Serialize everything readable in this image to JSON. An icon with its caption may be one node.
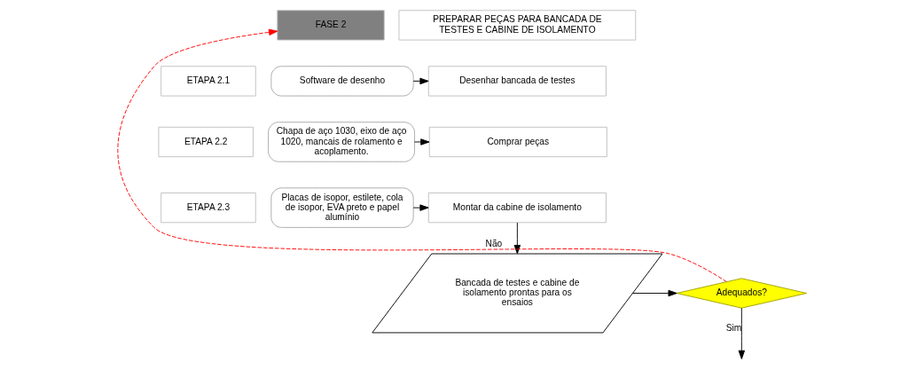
{
  "diagram": {
    "nodes": [
      {
        "text": [
          "FASE 2"
        ]
      },
      {
        "text": [
          "PREPARAR PEÇAS PARA BANCADA DE TESTES E CABINE DE ISOLAMENTO"
        ]
      },
      {
        "text": [
          "ETAPA 2.1"
        ]
      },
      {
        "text": [
          "Desenhar bancada de testes"
        ]
      },
      {
        "text": [
          "ETAPA 2.2"
        ]
      },
      {
        "text": [
          "Comprar peças"
        ]
      },
      {
        "text": [
          "ETAPA 2.3"
        ]
      },
      {
        "text": [
          "Montar da cabine de isolamento"
        ]
      },
      {
        "text": [
          "Software de desenho"
        ]
      },
      {
        "text": [
          "Chapa de aço 1030, eixo de aço 1020, mancais de rolamento e acoplamento."
        ]
      },
      {
        "text": [
          "Placas de isopor, estilete, cola de isopor, EVA preto e papel alumínio"
        ]
      },
      {
        "text": [
          "Bancada de testes e cabine de isolamento prontas para os ensaios"
        ]
      },
      {
        "text": [
          "Adequados?"
        ]
      }
    ],
    "edges": [
      {
        "from": 8,
        "to": 3,
        "arrow": "to"
      },
      {
        "from": 9,
        "to": 5,
        "arrow": "to"
      },
      {
        "from": 10,
        "to": 7,
        "arrow": "to"
      },
      {
        "from": 7,
        "to": 11,
        "arrow": "to"
      },
      {
        "from": 11,
        "to": 12,
        "arrow": "to"
      },
      {
        "from": 12,
        "to": 0,
        "arrow": "to",
        "label": "Não",
        "style": "dashed",
        "color": "#ff0000"
      },
      {
        "from": 12,
        "to": null,
        "arrow": "to",
        "label": "Sim"
      }
    ]
  }
}
